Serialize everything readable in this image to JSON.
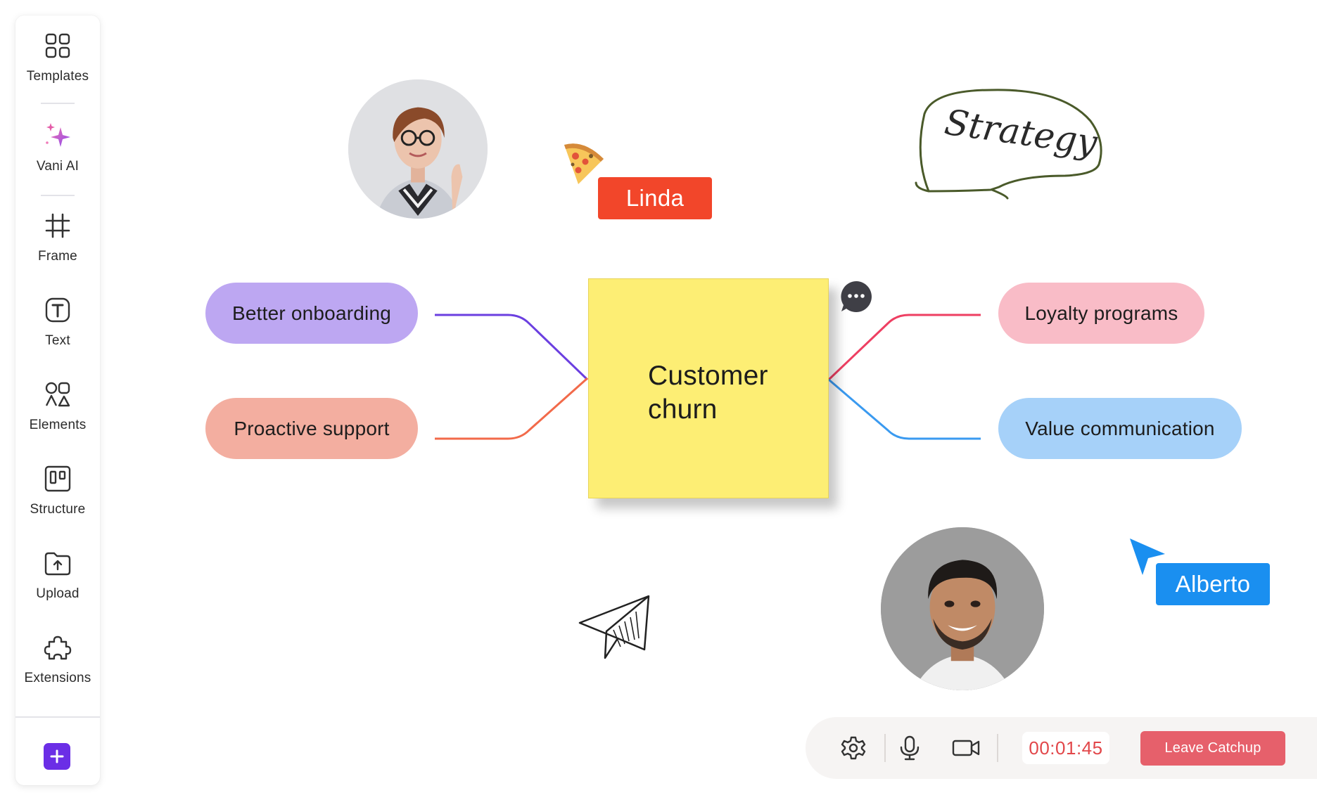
{
  "sidebar": {
    "items": [
      {
        "label": "Templates",
        "icon": "grid-icon"
      },
      {
        "label": "Vani AI",
        "icon": "sparkle-icon"
      },
      {
        "label": "Frame",
        "icon": "frame-icon"
      },
      {
        "label": "Text",
        "icon": "text-icon"
      },
      {
        "label": "Elements",
        "icon": "shapes-icon"
      },
      {
        "label": "Structure",
        "icon": "structure-icon"
      },
      {
        "label": "Upload",
        "icon": "upload-icon"
      },
      {
        "label": "Extensions",
        "icon": "puzzle-icon"
      }
    ],
    "add_icon": "plus-icon",
    "add_color": "#6b2ee6"
  },
  "canvas": {
    "sticky_note": {
      "text_line1": "Customer",
      "text_line2": "churn",
      "color": "#fdee74"
    },
    "left_branches": [
      {
        "label": "Better onboarding",
        "color": "#bda7f2",
        "line_color": "#6b3fe0"
      },
      {
        "label": "Proactive support",
        "color": "#f3aea0",
        "line_color": "#f26a4a"
      }
    ],
    "right_branches": [
      {
        "label": "Loyalty programs",
        "color": "#f9bcc7",
        "line_color": "#ee3f62"
      },
      {
        "label": "Value communication",
        "color": "#a6d1f9",
        "line_color": "#3a9af0"
      }
    ],
    "handwritten_note": "Strategy",
    "collaborators": [
      {
        "name": "Linda",
        "color": "#f2462a"
      },
      {
        "name": "Alberto",
        "color": "#1a8ff0"
      }
    ],
    "comment_icon": "comment-dots-icon"
  },
  "call_bar": {
    "timer": "00:01:45",
    "leave_label": "Leave Catchup",
    "leave_color": "#e6606b",
    "icons": [
      "settings-icon",
      "microphone-icon",
      "video-camera-icon"
    ]
  }
}
